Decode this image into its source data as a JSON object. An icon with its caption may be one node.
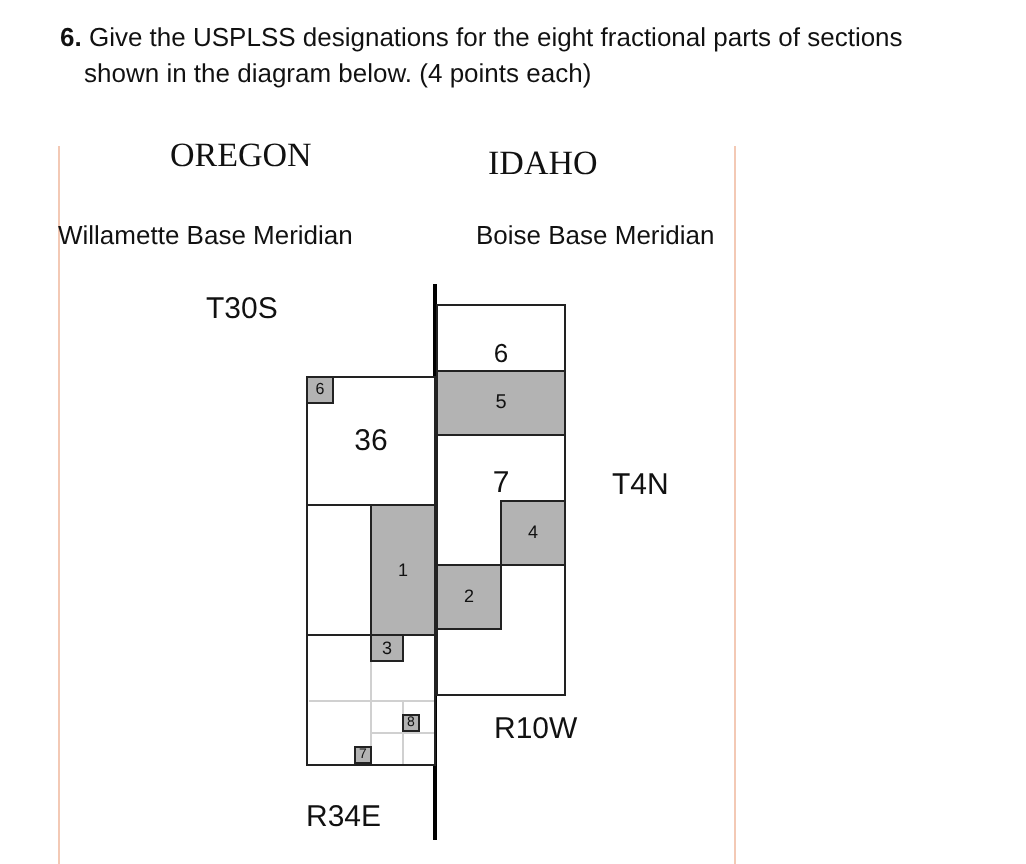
{
  "diagram": {
    "title": "**6.** Give the USPLSS designations for the eight fractional parts of sections shown in the diagram below. (4 points each)",
    "nodes": [
      {
        "text": [
          "6"
        ]
      },
      {
        "text": [
          "5"
        ],
        "in": 0
      },
      {
        "text": [
          "36"
        ]
      },
      {
        "text": [
          "6"
        ],
        "in": 2
      },
      {
        "text": [
          "7"
        ]
      },
      {
        "text": [
          "4"
        ],
        "in": 4
      },
      {
        "text": [],
        "shape": "box"
      },
      {
        "text": [
          "1"
        ],
        "in": 6
      },
      {
        "text": [],
        "shape": "box"
      },
      {
        "text": [
          "2"
        ],
        "in": 8
      },
      {
        "text": [],
        "shape": "box"
      },
      {
        "text": [
          "3"
        ],
        "in": 10
      },
      {
        "text": [
          "8"
        ],
        "in": 10
      },
      {
        "text": [
          "7"
        ],
        "in": 10
      }
    ],
    "labels": [
      "OREGON",
      "IDAHO",
      "Willamette Base Meridian",
      "Boise Base Meridian",
      "T30S",
      "T4N",
      "R10W",
      "R34E"
    ]
  }
}
